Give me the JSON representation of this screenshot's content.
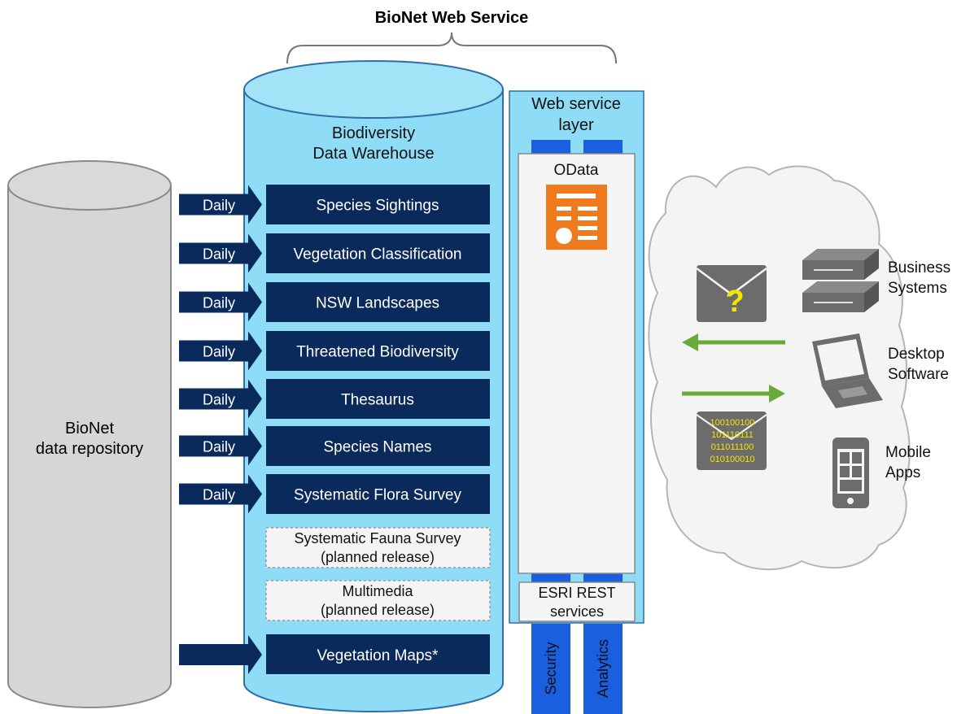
{
  "title": "BioNet Web Service",
  "repository": {
    "line1": "BioNet",
    "line2": "data repository"
  },
  "warehouse": {
    "line1": "Biodiversity",
    "line2": "Data Warehouse"
  },
  "datasets": [
    {
      "label": "Species Sightings",
      "schedule": "Daily"
    },
    {
      "label": "Vegetation Classification",
      "schedule": "Daily"
    },
    {
      "label": "NSW Landscapes",
      "schedule": "Daily"
    },
    {
      "label": "Threatened Biodiversity",
      "schedule": "Daily"
    },
    {
      "label": "Thesaurus",
      "schedule": "Daily"
    },
    {
      "label": "Species Names",
      "schedule": "Daily"
    },
    {
      "label": "Systematic Flora Survey",
      "schedule": "Daily"
    }
  ],
  "planned": [
    {
      "line1": "Systematic Fauna Survey",
      "line2": "(planned release)"
    },
    {
      "line1": "Multimedia",
      "line2": "(planned release)"
    }
  ],
  "vegetation_maps": {
    "label": "Vegetation Maps*"
  },
  "service_layer": {
    "line1": "Web service",
    "line2": "layer",
    "odata": "OData",
    "esri_line1": "ESRI REST",
    "esri_line2": "services",
    "security": "Security",
    "analytics": "Analytics"
  },
  "binary_lines": [
    "100100100",
    "101110111",
    "011011100",
    "010100010"
  ],
  "question_mark": "?",
  "clients": [
    {
      "line1": "Business",
      "line2": "Systems",
      "icon": "server-stack-icon"
    },
    {
      "line1": "Desktop",
      "line2": "Software",
      "icon": "laptop-icon"
    },
    {
      "line1": "Mobile",
      "line2": "Apps",
      "icon": "mobile-phone-icon"
    }
  ],
  "colors": {
    "navy": "#0b2a5c",
    "cylinder": "#8fdcf7",
    "grey_cylinder": "#d6d6d6",
    "web_blue": "#1a5fe0",
    "odata_orange": "#f07b1e",
    "arrow_green": "#6aaa3a",
    "icon_grey": "#6c6c6c",
    "binary_yellow": "#f2e600"
  }
}
